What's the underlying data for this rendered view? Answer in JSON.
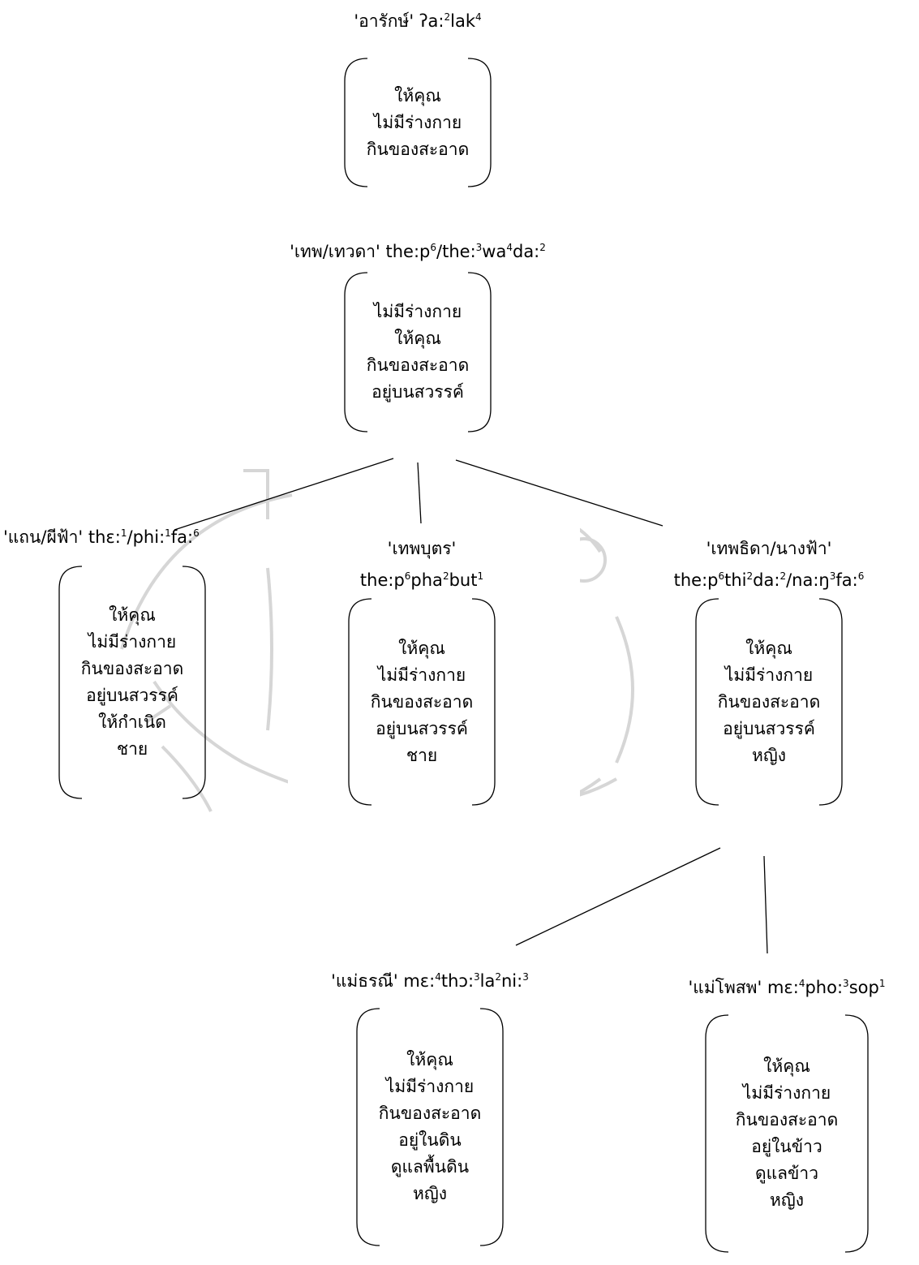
{
  "nodes": {
    "araks": {
      "label_thai": "'อารักษ์'",
      "label_ipa": "ʔa:²lak⁴",
      "features": [
        "ให้คุณ",
        "ไม่มีร่างกาย",
        "กินของสะอาด"
      ]
    },
    "thep": {
      "label_thai": "'เทพ/เทวดา'",
      "label_ipa": "the:p⁶/the:³wa⁴da:²",
      "features": [
        "ไม่มีร่างกาย",
        "ให้คุณ",
        "กินของสะอาด",
        "อยู่บนสวรรค์"
      ]
    },
    "thaen": {
      "label_thai": "'แถน/ผีฟ้า'",
      "label_ipa": "thɛ:¹/phi:¹fa:⁶",
      "features": [
        "ให้คุณ",
        "ไม่มีร่างกาย",
        "กินของสะอาด",
        "อยู่บนสวรรค์",
        "ให้กำเนิด",
        "ชาย"
      ]
    },
    "thepphabut": {
      "label_thai": "'เทพบุตร'",
      "label_ipa": "the:p⁶pha²but¹",
      "features": [
        "ให้คุณ",
        "ไม่มีร่างกาย",
        "กินของสะอาด",
        "อยู่บนสวรรค์",
        "ชาย"
      ]
    },
    "thepthida": {
      "label_thai": "'เทพธิดา/นางฟ้า'",
      "label_ipa": "the:p⁶thi²da:²/na:ŋ³fa:⁶",
      "features": [
        "ให้คุณ",
        "ไม่มีร่างกาย",
        "กินของสะอาด",
        "อยู่บนสวรรค์",
        "หญิง"
      ]
    },
    "maethoranee": {
      "label_thai": "'แม่ธรณี'",
      "label_ipa": "mɛ:⁴thɔ:³la²ni:³",
      "features": [
        "ให้คุณ",
        "ไม่มีร่างกาย",
        "กินของสะอาด",
        "อยู่ในดิน",
        "ดูแลพื้นดิน",
        "หญิง"
      ]
    },
    "maephosop": {
      "label_thai": "'แม่โพสพ'",
      "label_ipa": "mɛ:⁴pho:³sop¹",
      "features": [
        "ให้คุณ",
        "ไม่มีร่างกาย",
        "กินของสะอาด",
        "อยู่ในข้าว",
        "ดูแลข้าว",
        "หญิง"
      ]
    }
  }
}
